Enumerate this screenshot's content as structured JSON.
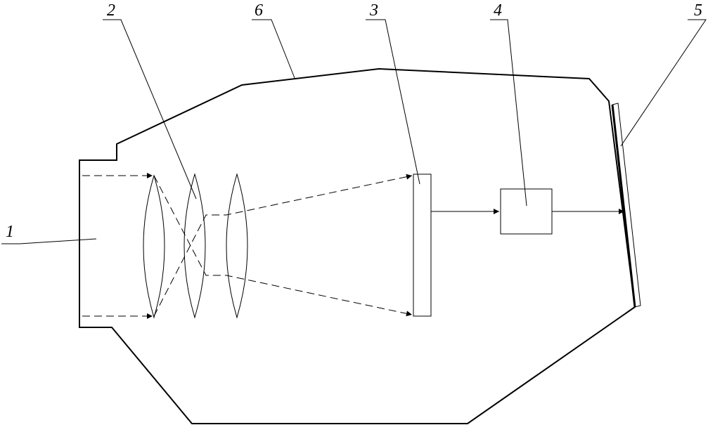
{
  "labels": {
    "l1": "1",
    "l2": "2",
    "l3": "3",
    "l4": "4",
    "l5": "5",
    "l6": "6"
  },
  "colors": {
    "stroke": "#000000",
    "background": "#ffffff"
  }
}
